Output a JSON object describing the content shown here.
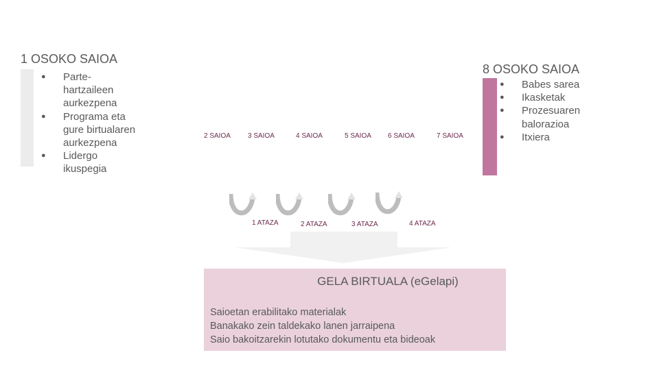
{
  "left_session": {
    "title": "1 OSOKO SAIOA",
    "items": [
      "Parte-hartzaileen aurkezpena",
      "Programa eta gure birtualaren aurkezpena",
      "Lidergo ikuspegia"
    ],
    "bar_color": "#ececec"
  },
  "right_session": {
    "title": "8 OSOKO SAIOA",
    "items": [
      "Babes sarea",
      "Ikasketak",
      "Prozesuaren balorazioa",
      "Itxiera"
    ],
    "bar_color": "#c0769e"
  },
  "middle_sessions": [
    "2 SAIOA",
    "3 SAIOA",
    "4 SAIOA",
    "5 SAIOA",
    "6 SAIOA",
    "7 SAIOA"
  ],
  "tasks": [
    "1 ATAZA",
    "2 ATAZA",
    "3 ATAZA",
    "4 ATAZA"
  ],
  "virtual_classroom": {
    "title": "GELA BIRTUALA (eGelapi)",
    "lines": [
      "Saioetan erabilitako materialak",
      "Banakako zein taldekako lanen jarraipena",
      "Saio bakoitzarekin lotutako dokumentu eta bideoak"
    ],
    "bg_color": "#ead1dc"
  },
  "colors": {
    "label_text": "#6b2a4c",
    "body_text": "#595959",
    "arrow": "#c8c8c8"
  }
}
